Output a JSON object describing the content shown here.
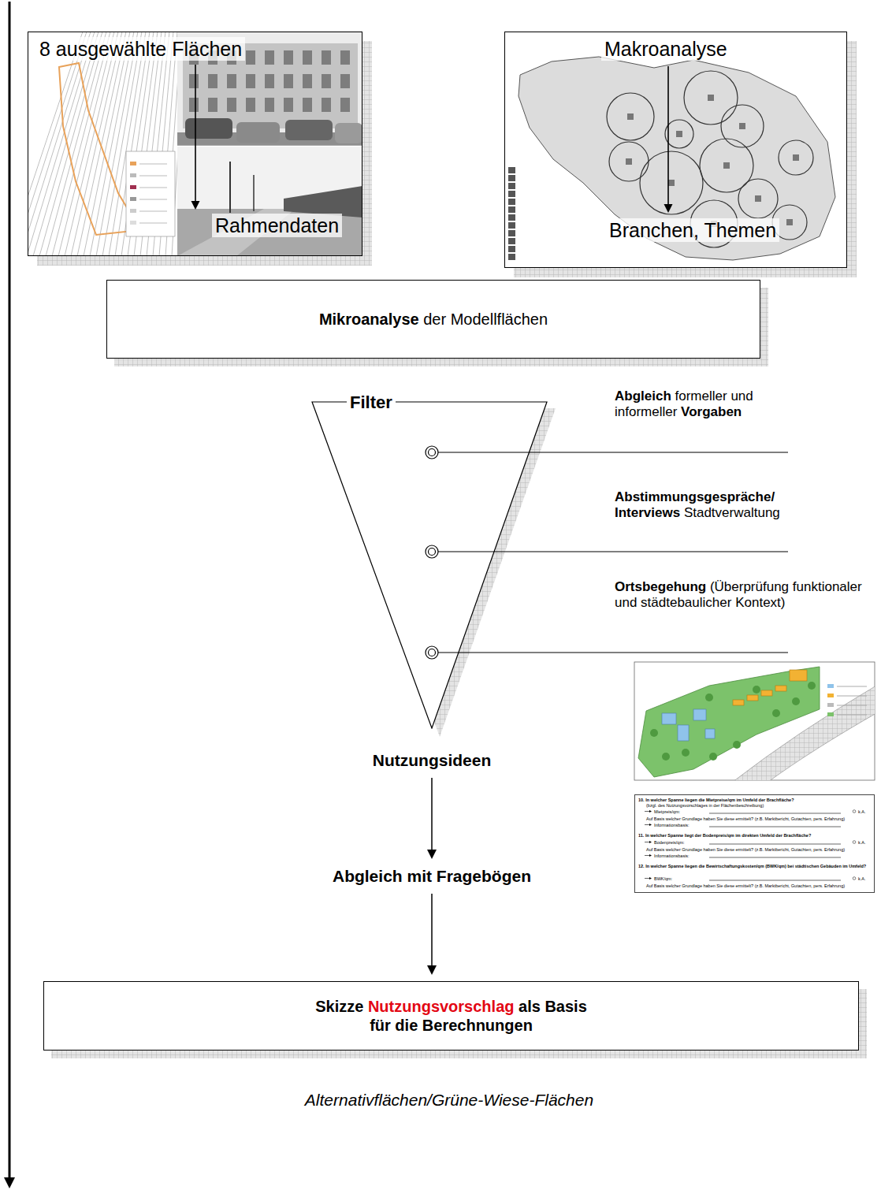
{
  "diagram": {
    "nodes": [
      {
        "text": [
          "8 ausgewählte Flächen",
          "Rahmendaten"
        ]
      },
      {
        "text": [
          "Makroanalyse",
          "Branchen, Themen"
        ]
      },
      {
        "text": [
          "Mikroanalyse der Modellflächen"
        ]
      },
      {
        "text": [
          "Filter"
        ]
      },
      {
        "text": [
          "10. In welcher Spanne liegen die Mietpreise/qm im Umfeld der Brachfläche?",
          "(bzgl. des Nutzungsvorschlages in der Flächenbeschreibung)",
          "Mietpreis/qm:",
          "k.A.",
          "Auf Basis welcher Grundlage haben Sie diese ermittelt? (z.B. Marktbericht, Gutachten, pers. Erfahrung)",
          "Informationsbasis:",
          "11. In welcher Spanne liegt der Bodenpreis/qm im direkten Umfeld der Brachfläche?",
          "Bodenpreis/qm:",
          "k.A.",
          "Auf Basis welcher Grundlage haben Sie diese ermittelt? (z.B. Marktbericht, Gutachten, pers. Erfahrung)",
          "Informationsbasis:",
          "12. In welcher Spanne liegen die Bewirtschaftungskosten/qm (BWK/qm) bei städtischen Gebäuden im Umfeld?",
          "BWK/qm:",
          "k.A.",
          "Auf Basis welcher Grundlage haben Sie diese ermittelt? (z.B. Marktbericht, Gutachten, pers. Erfahrung)"
        ]
      },
      {
        "text": [
          "Skizze Nutzungsvorschlag als Basis für die Berechnungen"
        ]
      }
    ],
    "labels": [
      "Abgleich formeller und informeller Vorgaben",
      "Abstimmungsgespräche/ Interviews Stadtverwaltung",
      "Ortsbegehung (Überprüfung funktionaler und städtebaulicher Kontext)",
      "Nutzungsideen",
      "Abgleich mit Fragebögen",
      "Alternativflächen/Grüne-Wiese-Flächen"
    ]
  }
}
